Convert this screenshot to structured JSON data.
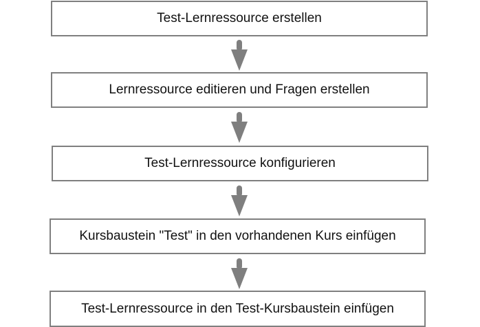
{
  "diagram": {
    "type": "flowchart",
    "direction": "top-to-bottom",
    "colors": {
      "border": "#7f7f7f",
      "arrow": "#7f7f7f",
      "text": "#111111",
      "background": "#ffffff"
    },
    "steps": [
      {
        "label": "Test-Lernressource erstellen"
      },
      {
        "label": "Lernressource editieren und Fragen erstellen"
      },
      {
        "label": "Test-Lernressource konfigurieren"
      },
      {
        "label": "Kursbaustein \"Test\" in den vorhandenen Kurs einfügen"
      },
      {
        "label": "Test-Lernressource in den Test-Kursbaustein einfügen"
      }
    ],
    "arrows": [
      {
        "from": 0,
        "to": 1
      },
      {
        "from": 1,
        "to": 2
      },
      {
        "from": 2,
        "to": 3
      },
      {
        "from": 3,
        "to": 4
      }
    ]
  }
}
